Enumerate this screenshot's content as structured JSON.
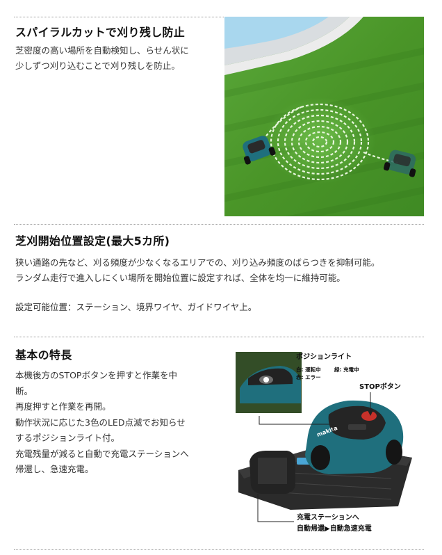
{
  "section1": {
    "title": "スパイラルカットで刈り残し防止",
    "lines": [
      "芝密度の高い場所を自動検知し、らせん状に",
      "少しずつ刈り込むことで刈り残しを防止。"
    ]
  },
  "section2": {
    "title": "芝刈開始位置設定(最大5カ所)",
    "lines": [
      "狭い通路の先など、刈る頻度が少なくなるエリアでの、刈り込み頻度のばらつきを抑制可能。",
      "ランダム走行で進入しにくい場所を開始位置に設定すれば、全体を均一に維持可能。"
    ],
    "note": "設定可能位置：ステーション、境界ワイヤ、ガイドワイヤ上。"
  },
  "section3": {
    "title": "基本の特長",
    "lines": [
      "本機後方のSTOPボタンを押すと作業を中",
      "断。",
      "再度押すと作業を再開。",
      "動作状況に応じた3色のLED点滅でお知らせ",
      "するポジションライト付。",
      "充電残量が減ると自動で充電ステーションへ",
      "帰還し、急速充電。"
    ],
    "callouts": {
      "position_light": "ポジションライト",
      "legend_white": "白: 運転中",
      "legend_green": "緑: 充電中",
      "legend_red": "赤: エラー",
      "stop_button": "STOPボタン",
      "station_line1": "充電ステーションへ",
      "station_line2": "自動帰還▶自動急速充電"
    },
    "brand": "makita"
  },
  "colors": {
    "grass": "#4f9a2c",
    "teal_body": "#1f6f7d",
    "callout_line": "#222222"
  }
}
